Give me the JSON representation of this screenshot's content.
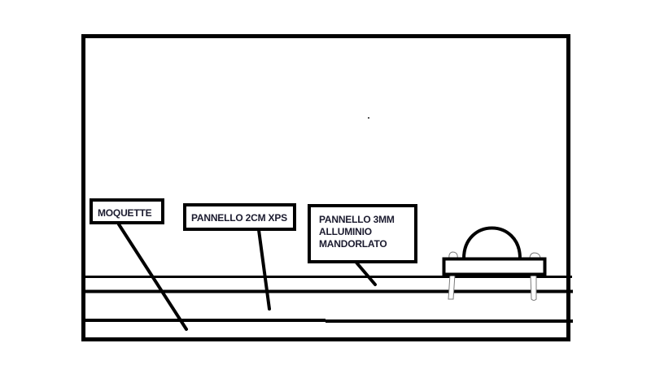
{
  "diagram": {
    "type": "cross-section sketch",
    "colors": {
      "stroke": "#000000",
      "text": "#1b1b2f",
      "screw_outline": "#7a7a7a",
      "background": "#ffffff"
    },
    "labels": [
      {
        "id": "moquette",
        "lines": [
          "MOQUETTE"
        ]
      },
      {
        "id": "xps",
        "lines": [
          "PANNELLO 2CM XPS"
        ]
      },
      {
        "id": "alu",
        "lines": [
          "PANNELLO 3MM",
          "ALLUMINIO",
          "MANDORLATO"
        ]
      }
    ],
    "layers": [
      "top aluminium sheet line",
      "XPS panel",
      "moquette base"
    ],
    "fixture": "dome handle on plate with two screws"
  }
}
